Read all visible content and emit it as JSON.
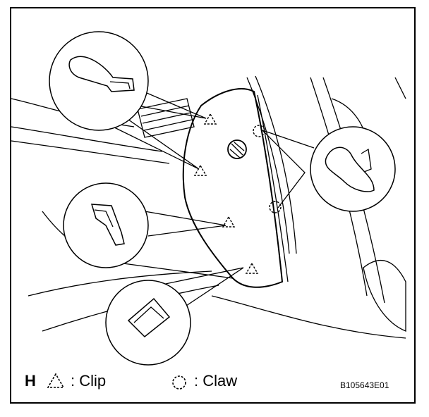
{
  "legend": {
    "section_letter": "H",
    "clip_label": ": Clip",
    "claw_label": ": Claw"
  },
  "figure_code": "B105643E01",
  "icons": {
    "clip_marker": "triangle-dashed-icon",
    "claw_marker": "circle-dashed-icon"
  },
  "colors": {
    "line": "#000000",
    "background": "#ffffff"
  }
}
